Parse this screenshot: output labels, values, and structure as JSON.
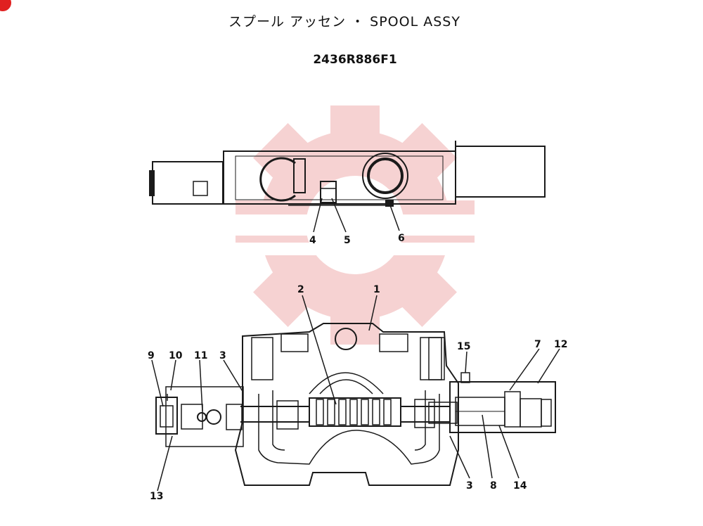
{
  "header": {
    "title": "スプール アッセン ・ SPOOL ASSY",
    "part_number": "2436R886F1"
  },
  "callouts": {
    "c1": "1",
    "c2": "2",
    "c3a": "3",
    "c3b": "3",
    "c4": "4",
    "c5": "5",
    "c6": "6",
    "c7": "7",
    "c8": "8",
    "c9": "9",
    "c10": "10",
    "c11": "11",
    "c12": "12",
    "c13": "13",
    "c14": "14",
    "c15": "15"
  },
  "colors": {
    "line": "#1a1a1a",
    "watermark": "#f4c4c4",
    "corner_mark": "#e02020"
  }
}
